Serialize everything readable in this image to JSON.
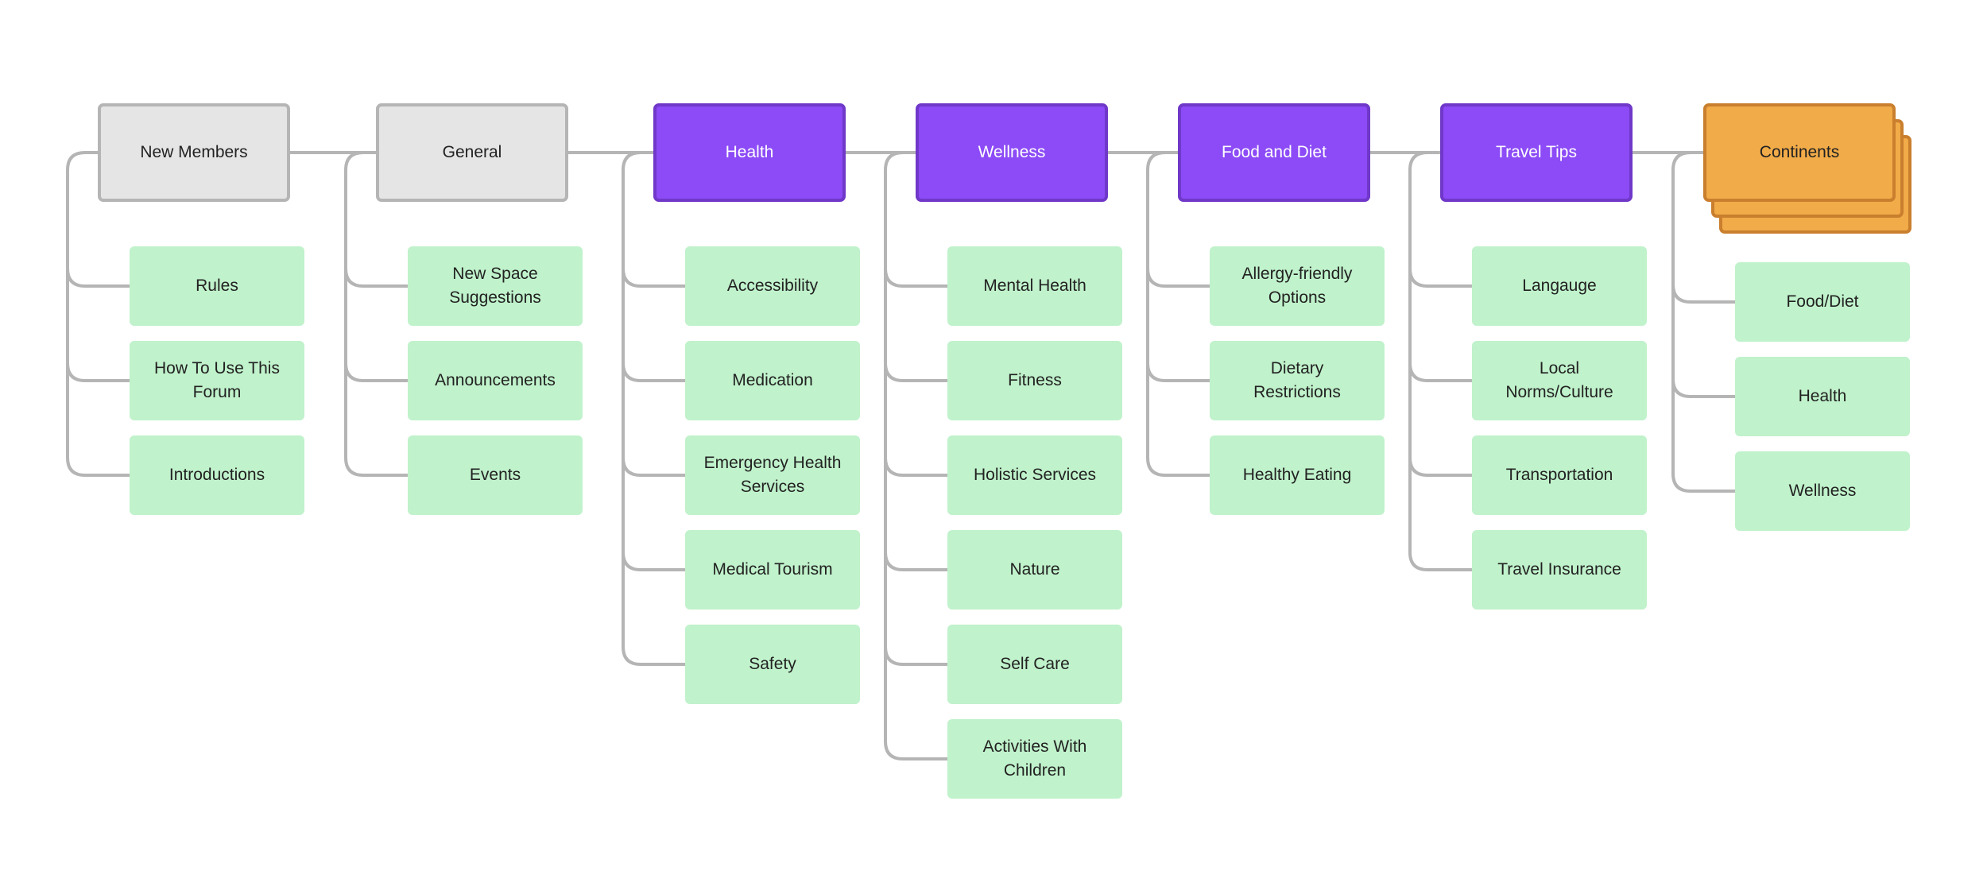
{
  "colors": {
    "line": "#b5b5b5",
    "category_gray": "#e5e5e5",
    "category_purple": "#8c4bf6",
    "category_orange": "#f1ab48",
    "topic_green": "#c0f2cb"
  },
  "columns": [
    {
      "key": "new-members",
      "label": "New Members",
      "style": "gray",
      "children": [
        "Rules",
        "How To Use This Forum",
        "Introductions"
      ]
    },
    {
      "key": "general",
      "label": "General",
      "style": "gray",
      "children": [
        "New Space Suggestions",
        "Announcements",
        "Events"
      ]
    },
    {
      "key": "health",
      "label": "Health",
      "style": "purple",
      "children": [
        "Accessibility",
        "Medication",
        "Emergency Health Services",
        "Medical Tourism",
        "Safety"
      ]
    },
    {
      "key": "wellness",
      "label": "Wellness",
      "style": "purple",
      "children": [
        "Mental Health",
        "Fitness",
        "Holistic Services",
        "Nature",
        "Self Care",
        "Activities With Children"
      ]
    },
    {
      "key": "food-and-diet",
      "label": "Food and Diet",
      "style": "purple",
      "children": [
        "Allergy-friendly Options",
        "Dietary Restrictions",
        "Healthy Eating"
      ]
    },
    {
      "key": "travel-tips",
      "label": "Travel Tips",
      "style": "purple",
      "children": [
        "Langauge",
        "Local Norms/Culture",
        "Transportation",
        "Travel Insurance"
      ]
    },
    {
      "key": "continents",
      "label": "Continents",
      "style": "orange",
      "stacked": true,
      "children": [
        "Food/Diet",
        "Health",
        "Wellness"
      ]
    }
  ]
}
